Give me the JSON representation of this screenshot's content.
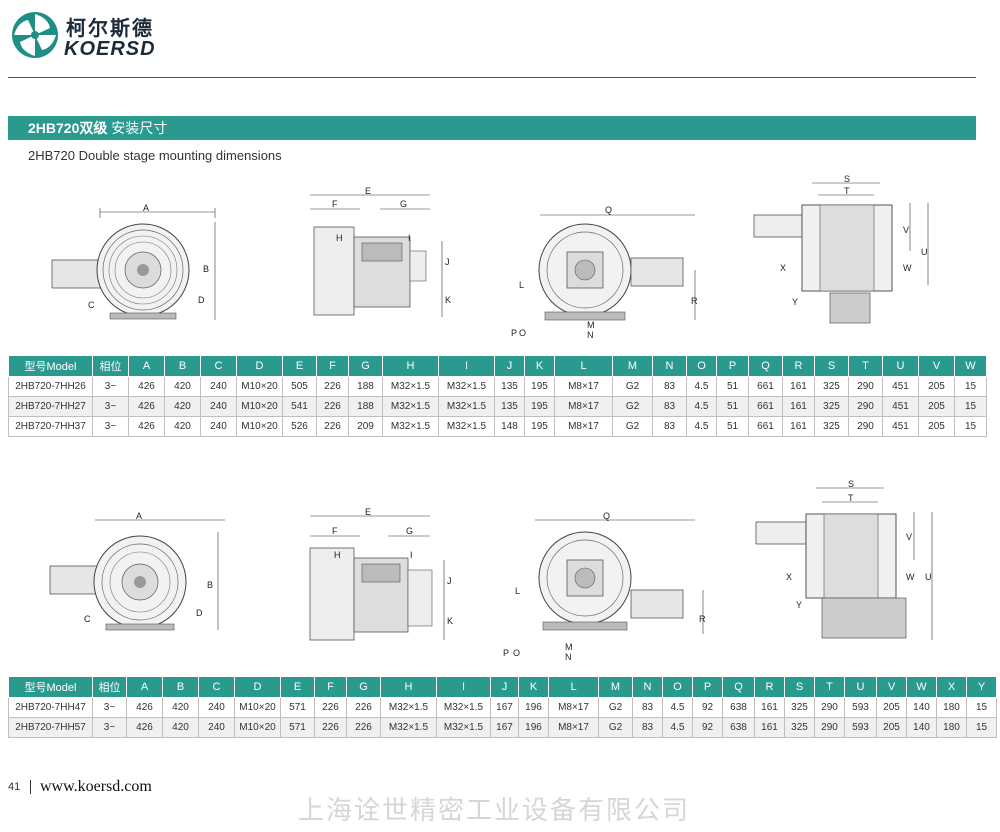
{
  "brand": {
    "cn": "柯尔斯德",
    "en": "KOERSD"
  },
  "section": {
    "title_bold": "2HB720双级",
    "title_rest": " 安装尺寸",
    "subtitle": "2HB720  Double stage mounting dimensions"
  },
  "labels_top": {
    "front": [
      "A",
      "B",
      "C",
      "D"
    ],
    "side": [
      "E",
      "F",
      "G",
      "H",
      "I",
      "J",
      "K"
    ],
    "rear": [
      "Q",
      "L",
      "R",
      "P",
      "O",
      "M",
      "N"
    ],
    "top": [
      "S",
      "T",
      "V",
      "U",
      "W",
      "X",
      "Y"
    ]
  },
  "labels_bottom": {
    "front": [
      "A",
      "B",
      "C",
      "D"
    ],
    "side": [
      "E",
      "F",
      "G",
      "H",
      "I",
      "J",
      "K"
    ],
    "rear": [
      "Q",
      "L",
      "R",
      "P",
      "O",
      "M",
      "N"
    ],
    "top": [
      "S",
      "T",
      "V",
      "U",
      "W",
      "X",
      "Y"
    ]
  },
  "table1": {
    "headers": [
      "型号Model",
      "相位",
      "A",
      "B",
      "C",
      "D",
      "E",
      "F",
      "G",
      "H",
      "I",
      "J",
      "K",
      "L",
      "M",
      "N",
      "O",
      "P",
      "Q",
      "R",
      "S",
      "T",
      "U",
      "V",
      "W"
    ],
    "rows": [
      [
        "2HB720-7HH26",
        "3~",
        "426",
        "420",
        "240",
        "M10×20",
        "505",
        "226",
        "188",
        "M32×1.5",
        "M32×1.5",
        "135",
        "195",
        "M8×17",
        "G2",
        "83",
        "4.5",
        "51",
        "661",
        "161",
        "325",
        "290",
        "451",
        "205",
        "15"
      ],
      [
        "2HB720-7HH27",
        "3~",
        "426",
        "420",
        "240",
        "M10×20",
        "541",
        "226",
        "188",
        "M32×1.5",
        "M32×1.5",
        "135",
        "195",
        "M8×17",
        "G2",
        "83",
        "4.5",
        "51",
        "661",
        "161",
        "325",
        "290",
        "451",
        "205",
        "15"
      ],
      [
        "2HB720-7HH37",
        "3~",
        "426",
        "420",
        "240",
        "M10×20",
        "526",
        "226",
        "209",
        "M32×1.5",
        "M32×1.5",
        "148",
        "195",
        "M8×17",
        "G2",
        "83",
        "4.5",
        "51",
        "661",
        "161",
        "325",
        "290",
        "451",
        "205",
        "15"
      ]
    ]
  },
  "table2": {
    "headers": [
      "型号Model",
      "相位",
      "A",
      "B",
      "C",
      "D",
      "E",
      "F",
      "G",
      "H",
      "I",
      "J",
      "K",
      "L",
      "M",
      "N",
      "O",
      "P",
      "Q",
      "R",
      "S",
      "T",
      "U",
      "V",
      "W",
      "X",
      "Y"
    ],
    "rows": [
      [
        "2HB720-7HH47",
        "3~",
        "426",
        "420",
        "240",
        "M10×20",
        "571",
        "226",
        "226",
        "M32×1.5",
        "M32×1.5",
        "167",
        "196",
        "M8×17",
        "G2",
        "83",
        "4.5",
        "92",
        "638",
        "161",
        "325",
        "290",
        "593",
        "205",
        "140",
        "180",
        "15"
      ],
      [
        "2HB720-7HH57",
        "3~",
        "426",
        "420",
        "240",
        "M10×20",
        "571",
        "226",
        "226",
        "M32×1.5",
        "M32×1.5",
        "167",
        "196",
        "M8×17",
        "G2",
        "83",
        "4.5",
        "92",
        "638",
        "161",
        "325",
        "290",
        "593",
        "205",
        "140",
        "180",
        "15"
      ]
    ]
  },
  "footer": {
    "page": "41",
    "url": "www.koersd.com",
    "watermark": "上海诠世精密工业设备有限公司"
  }
}
